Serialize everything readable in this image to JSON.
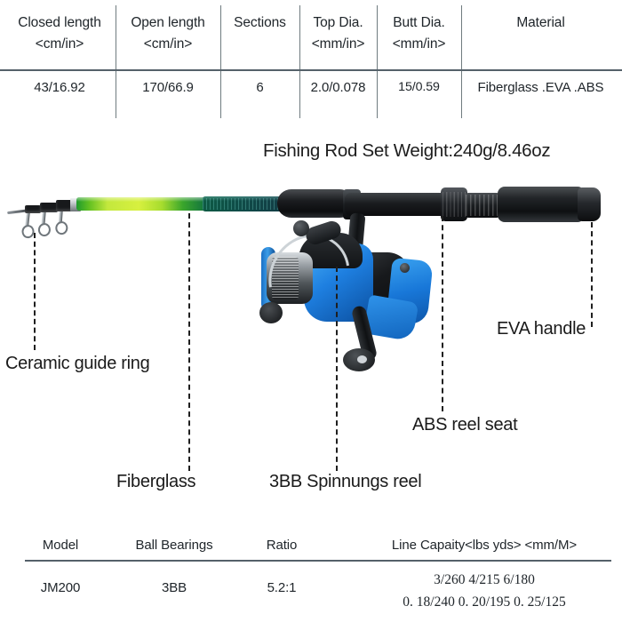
{
  "spec_table": {
    "headers": [
      {
        "line1": "Closed length",
        "line2": "<cm/in>"
      },
      {
        "line1": "Open length",
        "line2": "<cm/in>"
      },
      {
        "line1": "Sections",
        "line2": ""
      },
      {
        "line1": "Top Dia.",
        "line2": "<mm/in>"
      },
      {
        "line1": "Butt Dia.",
        "line2": "<mm/in>"
      },
      {
        "line1": "Material",
        "line2": ""
      }
    ],
    "values": [
      "43/16.92",
      "170/66.9",
      "6",
      "2.0/0.078",
      "15/0.59",
      "Fiberglass .EVA .ABS"
    ]
  },
  "product": {
    "weight_title": "Fishing Rod Set Weight:240g/8.46oz"
  },
  "callouts": [
    {
      "id": "ceramic-guide-ring",
      "label": "Ceramic guide ring"
    },
    {
      "id": "fiberglass",
      "label": "Fiberglass"
    },
    {
      "id": "spinning-reel",
      "label": "3BB Spinnungs reel"
    },
    {
      "id": "abs-reel-seat",
      "label": "ABS reel seat"
    },
    {
      "id": "eva-handle",
      "label": "EVA handle"
    }
  ],
  "reel_table": {
    "headers": [
      "Model",
      "Ball Bearings",
      "Ratio",
      "Line Capaity<lbs yds>  <mm/M>"
    ],
    "values": {
      "model": "JM200",
      "ball_bearings": "3BB",
      "ratio": "5.2:1",
      "line_capacity_lbs": "3/260  4/215  6/180",
      "line_capacity_mm": "0. 18/240  0. 20/195  0. 25/125"
    }
  },
  "colors": {
    "rod_tip_green": "#d7f03f",
    "rod_teal": "#0f4d48",
    "reel_blue": "#1e7fe0",
    "table_rule": "#55616a",
    "text": "#20262b"
  }
}
